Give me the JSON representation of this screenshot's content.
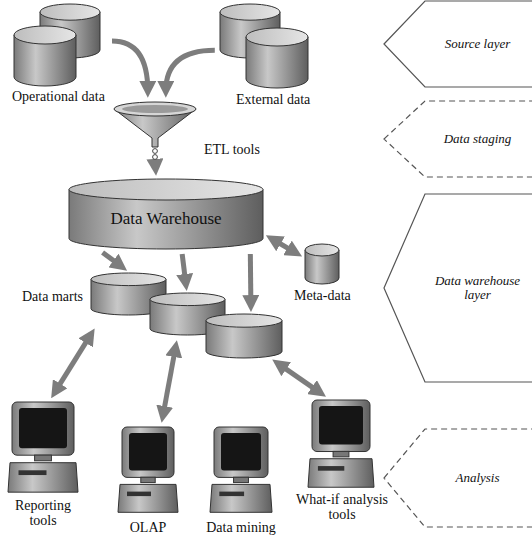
{
  "diagram": {
    "nodes": [
      {
        "text": [
          "Operational data"
        ]
      },
      {
        "text": [
          "External data"
        ]
      },
      {
        "text": [
          "ETL tools"
        ]
      },
      {
        "text": [
          "Data Warehouse"
        ]
      },
      {
        "text": [
          "Meta-data"
        ]
      },
      {
        "text": [
          "Data marts"
        ]
      },
      {
        "text": [
          "Reporting tools"
        ]
      },
      {
        "text": [
          "OLAP"
        ]
      },
      {
        "text": [
          "Data mining"
        ]
      },
      {
        "text": [
          "What-if analysis tools"
        ]
      },
      {
        "text": [
          "Source layer"
        ]
      },
      {
        "text": [
          "Data staging"
        ]
      },
      {
        "text": [
          "Data warehouse layer"
        ]
      },
      {
        "text": [
          "Analysis"
        ]
      }
    ],
    "edges": [
      {
        "from": 0,
        "to": 2,
        "arrow": "to"
      },
      {
        "from": 1,
        "to": 2,
        "arrow": "to"
      },
      {
        "from": 2,
        "to": 3,
        "arrow": "to"
      },
      {
        "from": 3,
        "to": 4,
        "arrow": "both"
      },
      {
        "from": 3,
        "to": 5,
        "arrow": "to"
      },
      {
        "from": 3,
        "to": 5,
        "arrow": "to"
      },
      {
        "from": 3,
        "to": 5,
        "arrow": "to"
      },
      {
        "from": 5,
        "to": 6,
        "arrow": "both"
      },
      {
        "from": 5,
        "to": 7,
        "arrow": "both"
      },
      {
        "from": 5,
        "to": 9,
        "arrow": "both"
      }
    ]
  }
}
